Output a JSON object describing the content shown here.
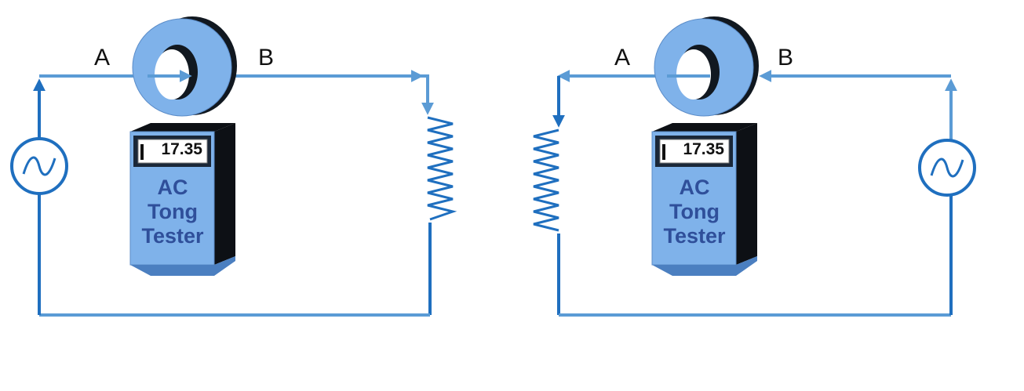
{
  "colors": {
    "wire": "#5b9bd5",
    "wire_dark": "#1f6fbf",
    "ring_face": "#7fb2ea",
    "ring_side": "#111820",
    "device_front": "#7fb2ea",
    "device_side": "#0d1015",
    "device_bottom": "#4b7fc0",
    "text_device": "#2f4f9a"
  },
  "left_circuit": {
    "label_a": "A",
    "label_b": "B",
    "meter": {
      "reading": "17.35",
      "line1": "AC",
      "line2": "Tong",
      "line3": "Tester"
    }
  },
  "right_circuit": {
    "label_a": "A",
    "label_b": "B",
    "meter": {
      "reading": "17.35",
      "line1": "AC",
      "line2": "Tong",
      "line3": "Tester"
    }
  }
}
